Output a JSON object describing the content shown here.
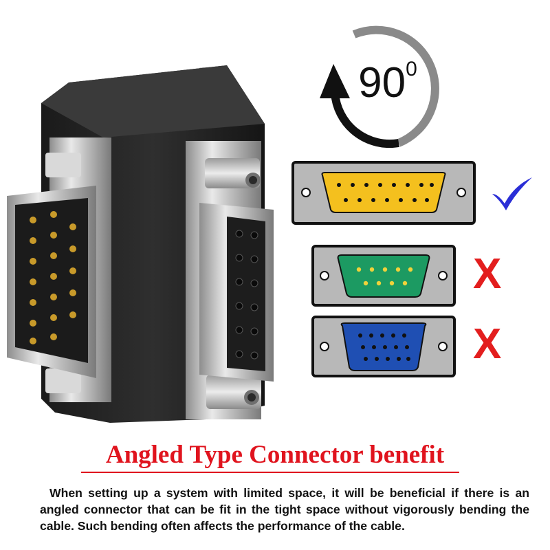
{
  "rotation": {
    "degree_value": "90",
    "degree_superscript": "0",
    "icon": "rotate-arrow-icon"
  },
  "connectors": [
    {
      "type": "DB15",
      "status": "compatible",
      "status_icon": "checkmark-icon",
      "color": "#f4c01e"
    },
    {
      "type": "DB9",
      "status": "not-compatible",
      "status_icon": "x-mark-icon",
      "color": "#1c9a62",
      "mark": "X"
    },
    {
      "type": "VGA",
      "status": "not-compatible",
      "status_icon": "x-mark-icon",
      "color": "#1f4fb3",
      "mark": "X"
    }
  ],
  "headline": "Angled Type Connector benefit",
  "body_text": "When setting up a system with limited space, it will be beneficial if there is an angled connector that can be fit in the tight space without vigorously bending the cable. Such bending often affects the performance of the cable.",
  "colors": {
    "accent_red": "#e0141e",
    "check_blue": "#2a2ed6",
    "x_red": "#e31e1e",
    "plate_gray": "#b8b8b8"
  }
}
